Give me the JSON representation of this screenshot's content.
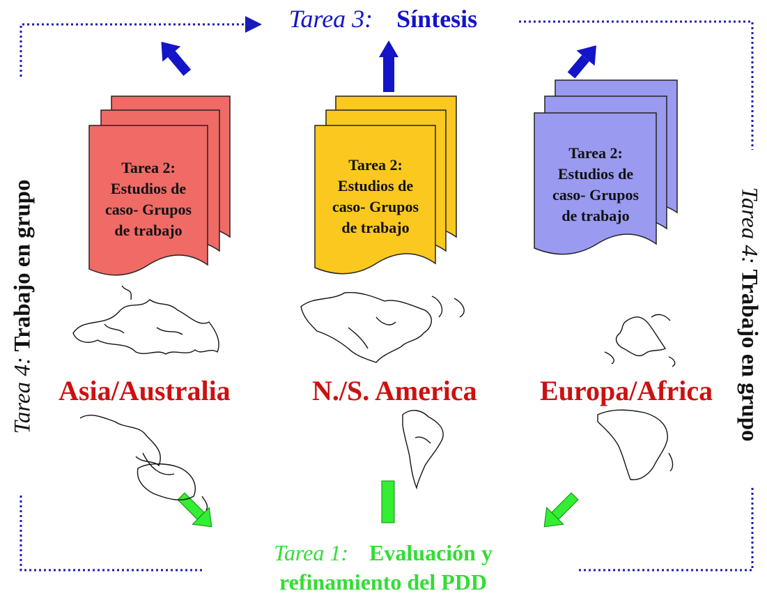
{
  "task3": {
    "label": "Tarea 3:",
    "title": "Síntesis",
    "color": "#1414c8"
  },
  "task4": {
    "label": "Tarea 4:",
    "title": "Trabajo en grupo"
  },
  "task1": {
    "label": "Tarea 1:",
    "title": "Evaluación y",
    "line2": "refinamiento del PDD",
    "color": "#33dd33"
  },
  "case_study": {
    "line1": "Tarea 2:",
    "line2": "Estudios de",
    "line3": "caso- Grupos",
    "line4": "de trabajo"
  },
  "regions": [
    {
      "name": "Asia/Australia",
      "doc_color": "#f06a66",
      "map": "asia-australia"
    },
    {
      "name": "N./S. America",
      "doc_color": "#fac81e",
      "map": "americas"
    },
    {
      "name": "Europa/Africa",
      "doc_color": "#9a9af0",
      "map": "europe-africa"
    }
  ],
  "arrows": {
    "up_color": "#1414c8",
    "down_color": "#33ee33"
  },
  "border_color": "#1a1ab8"
}
